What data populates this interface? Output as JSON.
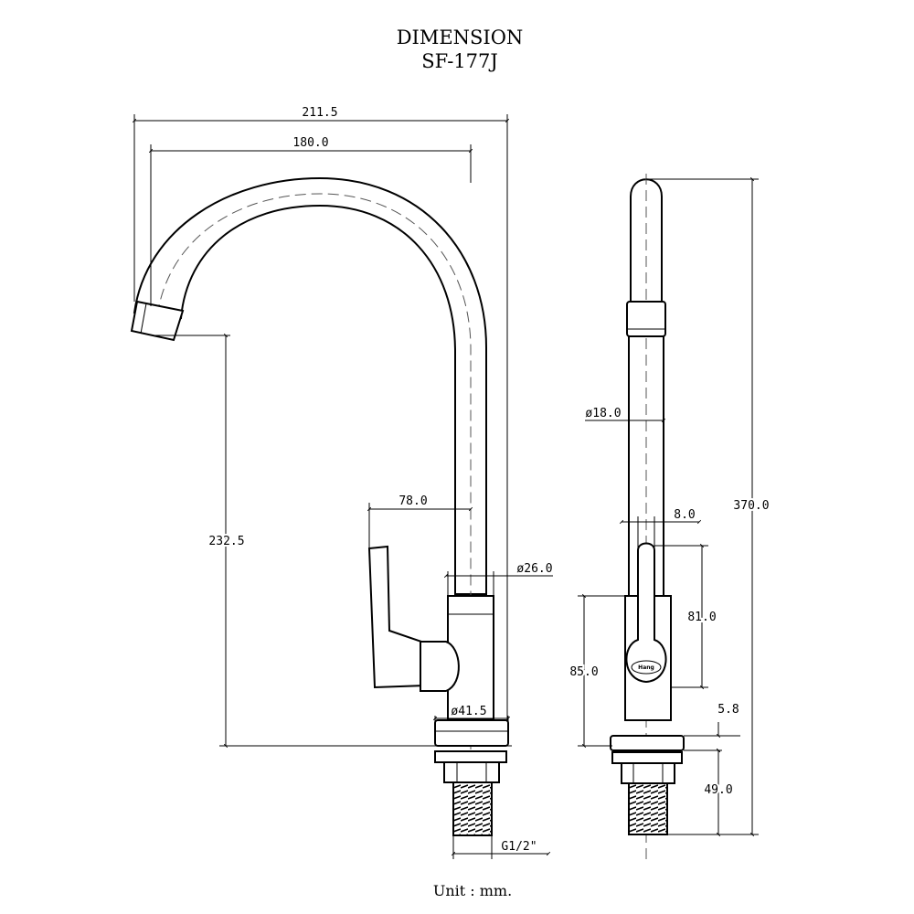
{
  "header": {
    "title": "DIMENSION",
    "model": "SF-177J"
  },
  "footer": {
    "unit": "Unit : mm."
  },
  "front_view": {
    "dim_overall_width": "211.5",
    "dim_spout_reach": "180.0",
    "dim_spout_height": "232.5",
    "dim_handle_width": "78.0",
    "dim_body_diameter": "ø26.0",
    "dim_base_diameter": "ø41.5",
    "dim_thread": "G1/2\""
  },
  "side_view": {
    "dim_tube_diameter": "ø18.0",
    "dim_offset": "8.0",
    "dim_handle_height": "81.0",
    "dim_body_height": "85.0",
    "dim_base_thickness": "5.8",
    "dim_shank_length": "49.0",
    "dim_total_height": "370.0",
    "brand": "Hang"
  }
}
